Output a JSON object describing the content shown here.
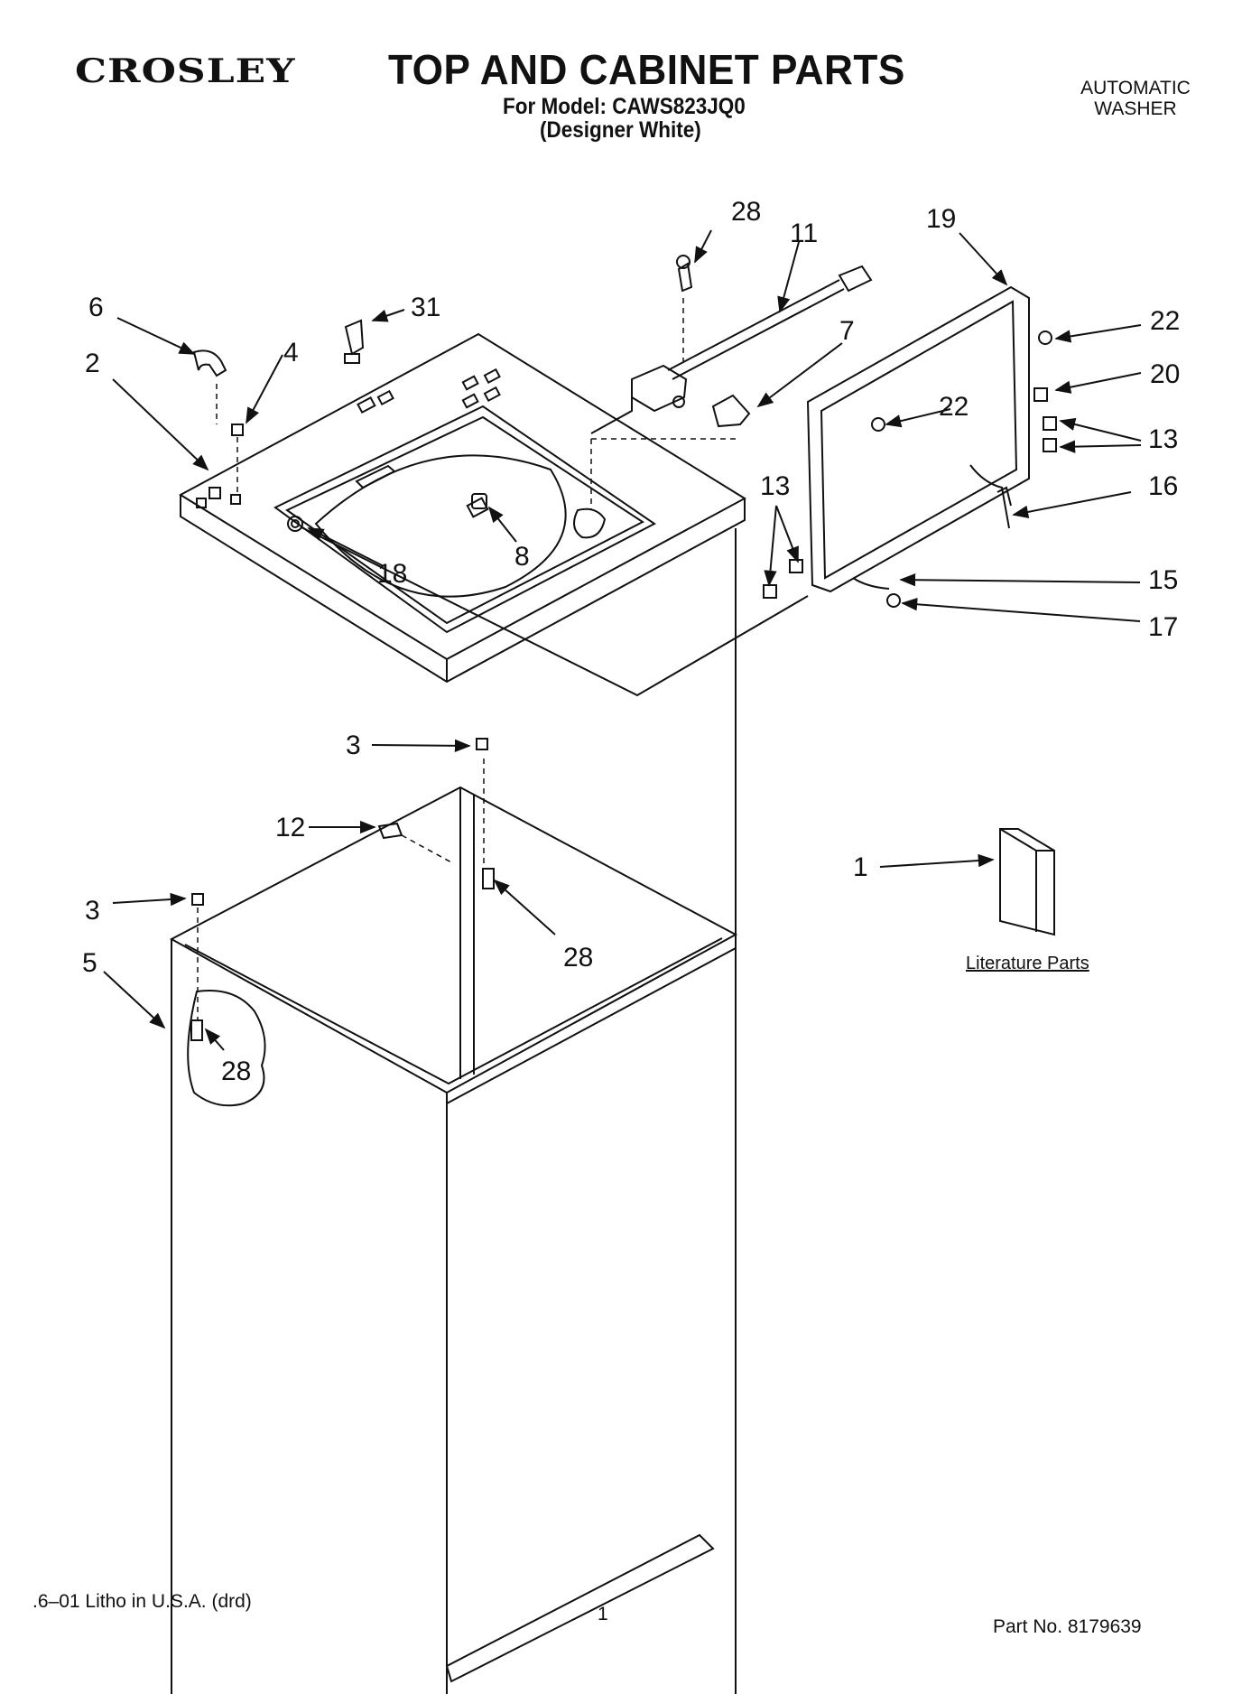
{
  "header": {
    "brand_logo": "CROSLEY",
    "title": "TOP AND CABINET PARTS",
    "model_line": "For Model: CAWS823JQ0",
    "variant_line": "(Designer White)",
    "appliance_line1": "AUTOMATIC",
    "appliance_line2": "WASHER"
  },
  "callouts": [
    {
      "id": "c-28a",
      "label": "28"
    },
    {
      "id": "c-11",
      "label": "11"
    },
    {
      "id": "c-19",
      "label": "19"
    },
    {
      "id": "c-6",
      "label": "6"
    },
    {
      "id": "c-31",
      "label": "31"
    },
    {
      "id": "c-4",
      "label": "4"
    },
    {
      "id": "c-2",
      "label": "2"
    },
    {
      "id": "c-7",
      "label": "7"
    },
    {
      "id": "c-22a",
      "label": "22"
    },
    {
      "id": "c-20",
      "label": "20"
    },
    {
      "id": "c-22b",
      "label": "22"
    },
    {
      "id": "c-13a",
      "label": "13"
    },
    {
      "id": "c-16",
      "label": "16"
    },
    {
      "id": "c-13b",
      "label": "13"
    },
    {
      "id": "c-8",
      "label": "8"
    },
    {
      "id": "c-18",
      "label": "18"
    },
    {
      "id": "c-15",
      "label": "15"
    },
    {
      "id": "c-17",
      "label": "17"
    },
    {
      "id": "c-3a",
      "label": "3"
    },
    {
      "id": "c-12",
      "label": "12"
    },
    {
      "id": "c-1",
      "label": "1"
    },
    {
      "id": "c-3b",
      "label": "3"
    },
    {
      "id": "c-28b",
      "label": "28"
    },
    {
      "id": "c-5",
      "label": "5"
    },
    {
      "id": "c-28c",
      "label": "28"
    }
  ],
  "literature_label": "Literature Parts",
  "footer": {
    "print_info": ".6–01 Litho in U.S.A. (drd)",
    "page_number": "1",
    "part_number": "Part No. 8179639"
  }
}
